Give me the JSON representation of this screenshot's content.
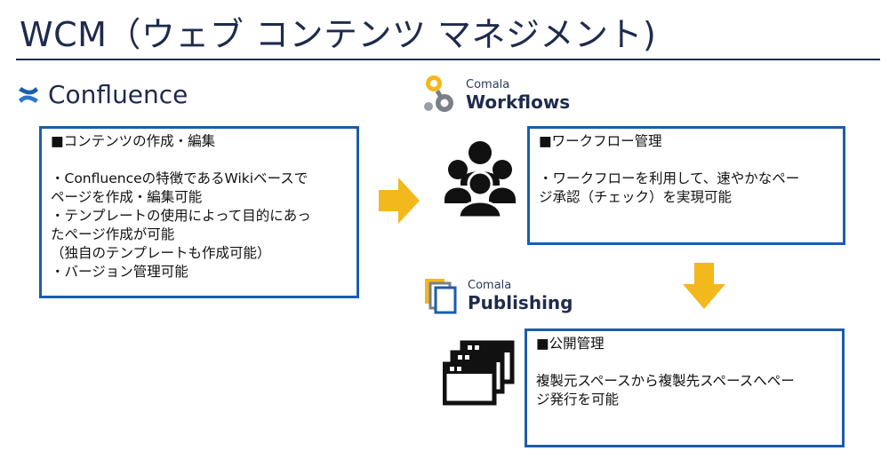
{
  "page": {
    "title": "WCM（ウェブ コンテンツ マネジメント)"
  },
  "confluence": {
    "brand": "Confluence",
    "icon": "confluence-logo-icon",
    "box": {
      "heading": "■コンテンツの作成・編集",
      "lines": [
        "・Confluenceの特徴であるWikiベースで",
        "ページを作成・編集可能",
        "・テンプレートの使用によって目的にあっ",
        "たページ作成が可能",
        "（独自のテンプレートも作成可能）",
        "・バージョン管理可能"
      ]
    }
  },
  "workflows": {
    "logo_small": "Comala",
    "logo_big": "Workflows",
    "icon": "people-group-icon",
    "box": {
      "heading": "■ワークフロー管理",
      "lines": [
        "・ワークフローを利用して、速やかなペー",
        "ジ承認（チェック）を実現可能"
      ]
    }
  },
  "publishing": {
    "logo_small": "Comala",
    "logo_big": "Publishing",
    "icon": "browser-windows-icon",
    "box": {
      "heading": "■公開管理",
      "lines": [
        "複製元スペースから複製先スペースへペー",
        "ジ発行を可能"
      ]
    }
  },
  "colors": {
    "title": "#1f2b4d",
    "box_border": "#1b5dab",
    "arrow": "#f3b81c",
    "confluence_blue": "#2a74c9"
  }
}
